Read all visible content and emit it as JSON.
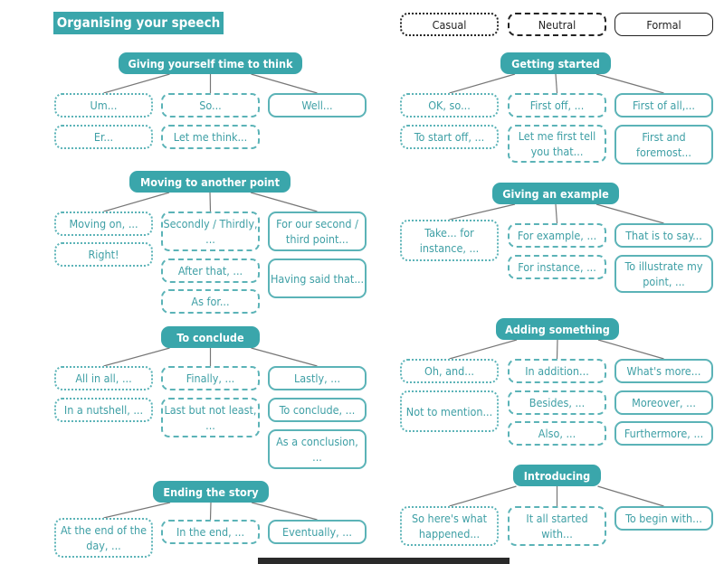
{
  "title": "Organising your speech",
  "legend": [
    {
      "label": "Casual",
      "style": "casual"
    },
    {
      "label": "Neutral",
      "style": "neutral"
    },
    {
      "label": "Formal",
      "style": "formal"
    }
  ],
  "colors": {
    "accent": "#3aa6ab",
    "text": "#3e9fa5"
  },
  "sections": [
    {
      "title": "Giving yourself time to think",
      "items": [
        {
          "text": "Um...",
          "style": "casual"
        },
        {
          "text": "Er...",
          "style": "casual"
        },
        {
          "text": "So...",
          "style": "neutral"
        },
        {
          "text": "Let me think...",
          "style": "neutral"
        },
        {
          "text": "Well...",
          "style": "formal"
        }
      ]
    },
    {
      "title": "Moving to another point",
      "items": [
        {
          "text": "Moving on, ...",
          "style": "casual"
        },
        {
          "text": "Right!",
          "style": "casual"
        },
        {
          "text": "Secondly / Thirdly, ...",
          "style": "neutral"
        },
        {
          "text": "After that, ...",
          "style": "neutral"
        },
        {
          "text": "As for...",
          "style": "neutral"
        },
        {
          "text": "For our second / third point...",
          "style": "formal"
        },
        {
          "text": "Having said that...",
          "style": "formal"
        }
      ]
    },
    {
      "title": "To conclude",
      "items": [
        {
          "text": "All in all, ...",
          "style": "casual"
        },
        {
          "text": "In a nutshell, ...",
          "style": "casual"
        },
        {
          "text": "Finally, ...",
          "style": "neutral"
        },
        {
          "text": "Last but not least, ...",
          "style": "neutral"
        },
        {
          "text": "Lastly, ...",
          "style": "formal"
        },
        {
          "text": "To conclude, ...",
          "style": "formal"
        },
        {
          "text": "As a conclusion, ...",
          "style": "formal"
        }
      ]
    },
    {
      "title": "Ending the story",
      "items": [
        {
          "text": "At the end of the day, ...",
          "style": "casual"
        },
        {
          "text": "In the end, ...",
          "style": "neutral"
        },
        {
          "text": "Eventually, ...",
          "style": "formal"
        }
      ]
    },
    {
      "title": "Getting started",
      "items": [
        {
          "text": "OK, so...",
          "style": "casual"
        },
        {
          "text": "To start off, ...",
          "style": "casual"
        },
        {
          "text": "First off, ...",
          "style": "neutral"
        },
        {
          "text": "Let me first tell you that...",
          "style": "neutral"
        },
        {
          "text": "First of all,...",
          "style": "formal"
        },
        {
          "text": "First and foremost...",
          "style": "formal"
        }
      ]
    },
    {
      "title": "Giving an example",
      "items": [
        {
          "text": "Take... for instance, ...",
          "style": "casual"
        },
        {
          "text": "For example, ...",
          "style": "neutral"
        },
        {
          "text": "For instance, ...",
          "style": "neutral"
        },
        {
          "text": "That is to say...",
          "style": "formal"
        },
        {
          "text": "To illustrate my point, ...",
          "style": "formal"
        }
      ]
    },
    {
      "title": "Adding something",
      "items": [
        {
          "text": "Oh, and...",
          "style": "casual"
        },
        {
          "text": "Not to mention...",
          "style": "casual"
        },
        {
          "text": "In addition...",
          "style": "neutral"
        },
        {
          "text": "Besides, ...",
          "style": "neutral"
        },
        {
          "text": "Also, ...",
          "style": "neutral"
        },
        {
          "text": "What's more...",
          "style": "formal"
        },
        {
          "text": "Moreover, ...",
          "style": "formal"
        },
        {
          "text": "Furthermore, ...",
          "style": "formal"
        }
      ]
    },
    {
      "title": "Introducing",
      "items": [
        {
          "text": "So here's what happened...",
          "style": "casual"
        },
        {
          "text": "It all started with...",
          "style": "neutral"
        },
        {
          "text": "To begin with...",
          "style": "formal"
        }
      ]
    }
  ]
}
